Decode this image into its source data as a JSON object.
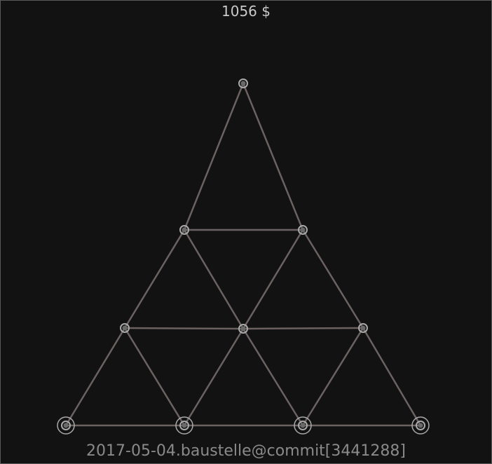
{
  "hud": {
    "score_text": "1056 $",
    "build_text": "2017-05-04.baustelle@commit[3441288]"
  },
  "colors": {
    "background": "#121212",
    "edge": "#6b6161",
    "node_stroke": "#a9a9a9",
    "node_fill": "#6a6a6a"
  },
  "board": {
    "nodes": [
      {
        "id": "n0",
        "ring": false
      },
      {
        "id": "n1",
        "ring": false
      },
      {
        "id": "n2",
        "ring": false
      },
      {
        "id": "n3",
        "ring": false
      },
      {
        "id": "n4",
        "ring": false
      },
      {
        "id": "n5",
        "ring": false
      },
      {
        "id": "n6",
        "ring": true
      },
      {
        "id": "n7",
        "ring": true
      },
      {
        "id": "n8",
        "ring": true
      },
      {
        "id": "n9",
        "ring": true
      }
    ],
    "edges": [
      [
        "n0",
        "n1"
      ],
      [
        "n0",
        "n2"
      ],
      [
        "n1",
        "n2"
      ],
      [
        "n1",
        "n3"
      ],
      [
        "n1",
        "n4"
      ],
      [
        "n2",
        "n4"
      ],
      [
        "n2",
        "n5"
      ],
      [
        "n3",
        "n4"
      ],
      [
        "n4",
        "n5"
      ],
      [
        "n3",
        "n6"
      ],
      [
        "n3",
        "n7"
      ],
      [
        "n4",
        "n7"
      ],
      [
        "n4",
        "n8"
      ],
      [
        "n5",
        "n8"
      ],
      [
        "n5",
        "n9"
      ],
      [
        "n6",
        "n7"
      ],
      [
        "n7",
        "n8"
      ],
      [
        "n8",
        "n9"
      ]
    ]
  }
}
